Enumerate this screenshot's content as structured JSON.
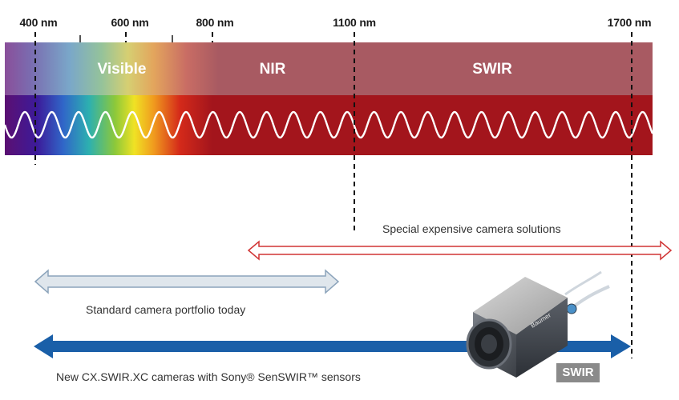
{
  "wavelength_ticks": [
    {
      "label": "400 nm"
    },
    {
      "label": "600 nm"
    },
    {
      "label": "800 nm"
    },
    {
      "label": "1100 nm"
    },
    {
      "label": "1700 nm"
    }
  ],
  "bands": [
    {
      "label": "Visible"
    },
    {
      "label": "NIR"
    },
    {
      "label": "SWIR"
    }
  ],
  "ranges": {
    "special": {
      "label": "Special expensive camera solutions"
    },
    "standard": {
      "label": "Standard camera portfolio today"
    },
    "new": {
      "label": "New CX.SWIR.XC cameras with Sony® SenSWIR™ sensors"
    }
  },
  "camera": {
    "brand": "Baumer"
  },
  "badge": {
    "label": "SWIR"
  },
  "colors": {
    "band_light": "#a85a62",
    "band_dark": "#a3151c",
    "special_arrow": "#d03535",
    "standard_arrow": "#9fb4c8",
    "new_arrow": "#1a5fa8",
    "badge_bg": "#8a8a8a"
  }
}
